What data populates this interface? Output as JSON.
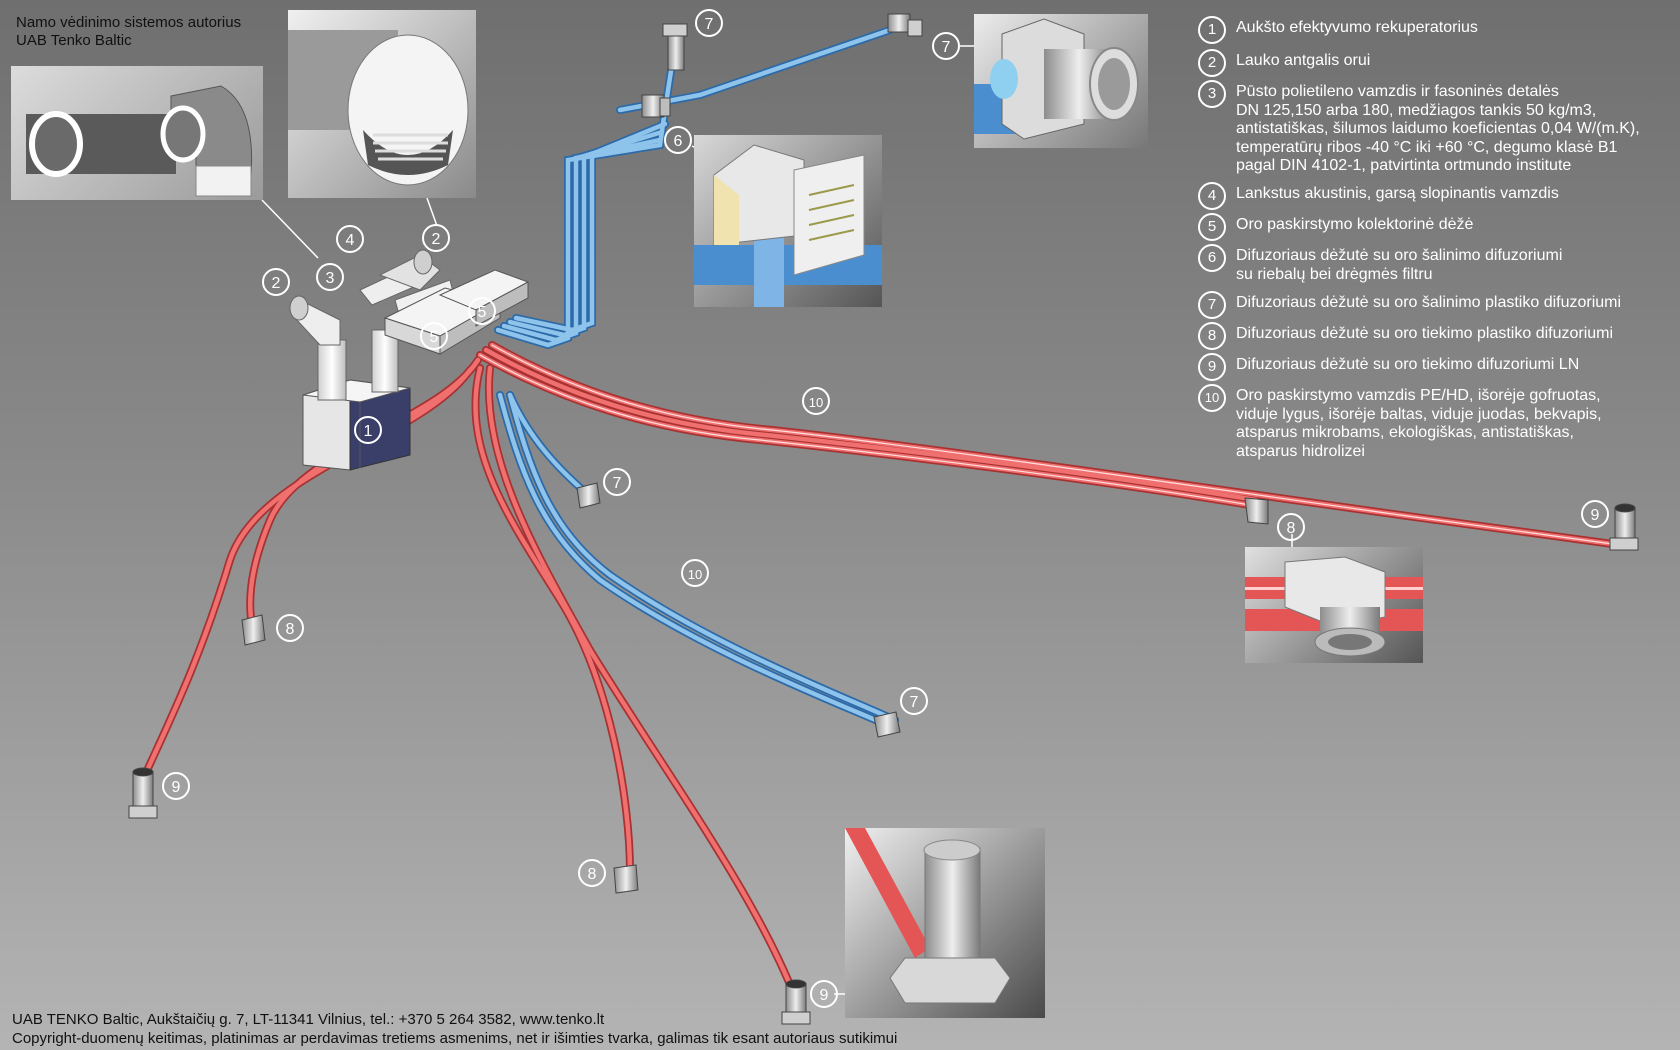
{
  "title": {
    "line1": "Namo vėdinimo sistemos autorius",
    "line2": "UAB Tenko Baltic"
  },
  "legend": [
    {
      "num": "1",
      "text": "Aukšto efektyvumo rekuperatorius"
    },
    {
      "num": "2",
      "text": "Lauko antgalis orui"
    },
    {
      "num": "3",
      "text": "Pūsto polietileno vamzdis ir fasoninės detalės\nDN 125,150 arba 180, medžiagos tankis 50 kg/m3,\nantistatiškas, šilumos laidumo koeficientas 0,04 W/(m.K),\ntemperatūrų ribos  -40 °C iki +60 °C, degumo klasė B1\npagal DIN 4102-1, patvirtinta ortmundo institute"
    },
    {
      "num": "4",
      "text": "Lankstus akustinis, garsą slopinantis vamzdis"
    },
    {
      "num": "5",
      "text": "Oro paskirstymo kolektorinė dėžė"
    },
    {
      "num": "6",
      "text": "Difuzoriaus dėžutė su oro šalinimo difuzoriumi\nsu riebalų bei drėgmės filtru"
    },
    {
      "num": "7",
      "text": "Difuzoriaus dėžutė su oro šalinimo plastiko difuzoriumi"
    },
    {
      "num": "8",
      "text": "Difuzoriaus dėžutė su oro tiekimo plastiko difuzoriumi"
    },
    {
      "num": "9",
      "text": "Difuzoriaus dėžutė su oro tiekimo difuzoriumi LN"
    },
    {
      "num": "10",
      "text": "Oro paskirstymo vamzdis PE/HD, išorėje gofruotas,\nviduje lygus, išorėje baltas, viduje juodas, bekvapis,\natsparus mikrobams, ekologiškas, antistatiškas,\natsparus hidrolizei"
    }
  ],
  "markers": {
    "m1": "1",
    "m2a": "2",
    "m2b": "2",
    "m3": "3",
    "m4": "4",
    "m5a": "5",
    "m5b": "5",
    "m6": "6",
    "m7a": "7",
    "m7b": "7",
    "m7c": "7",
    "m7d": "7",
    "m8a": "8",
    "m8b": "8",
    "m8c": "8",
    "m9a": "9",
    "m9b": "9",
    "m9c": "9",
    "m10a": "10",
    "m10b": "10"
  },
  "footer": {
    "line1": "UAB TENKO Baltic, Aukštaičių g. 7, LT-11341 Vilnius, tel.: +370 5 264 3582, www.tenko.lt",
    "line2": "Copyright-duomenų keitimas, platinimas ar perdavimas tretiems asmenims, net ir išimties tvarka, galimas tik esant autoriaus sutikimui"
  },
  "colors": {
    "supply": "#d94a4a",
    "extract": "#5a9bd5",
    "background": "#8a8a8a",
    "text_light": "#ffffff"
  }
}
